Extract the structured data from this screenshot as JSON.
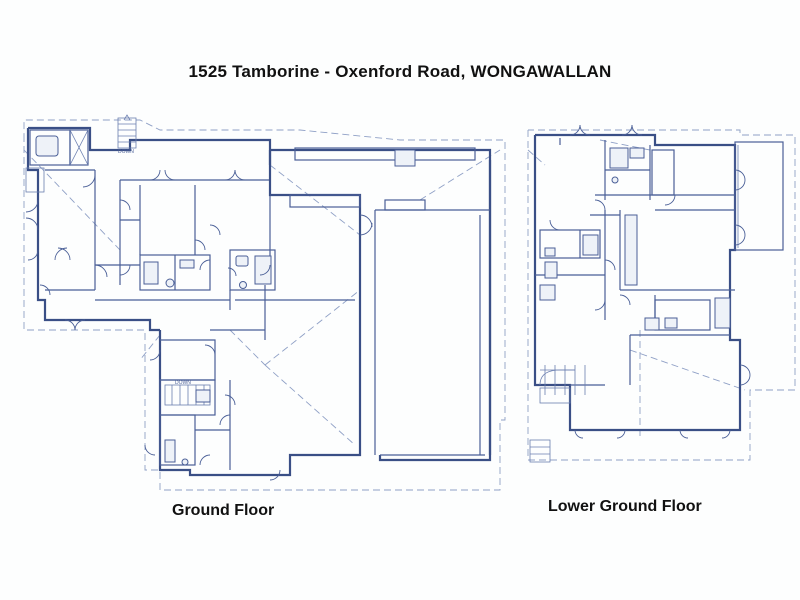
{
  "title": "1525 Tamborine - Oxenford Road, WONGAWALLAN",
  "captions": {
    "ground": "Ground Floor",
    "lower": "Lower Ground Floor"
  },
  "plan_notes": {
    "down_top": "DOWN",
    "down_stair": "DOWN"
  },
  "colors": {
    "line": "#3a4f86",
    "background": "#fdfefe"
  }
}
